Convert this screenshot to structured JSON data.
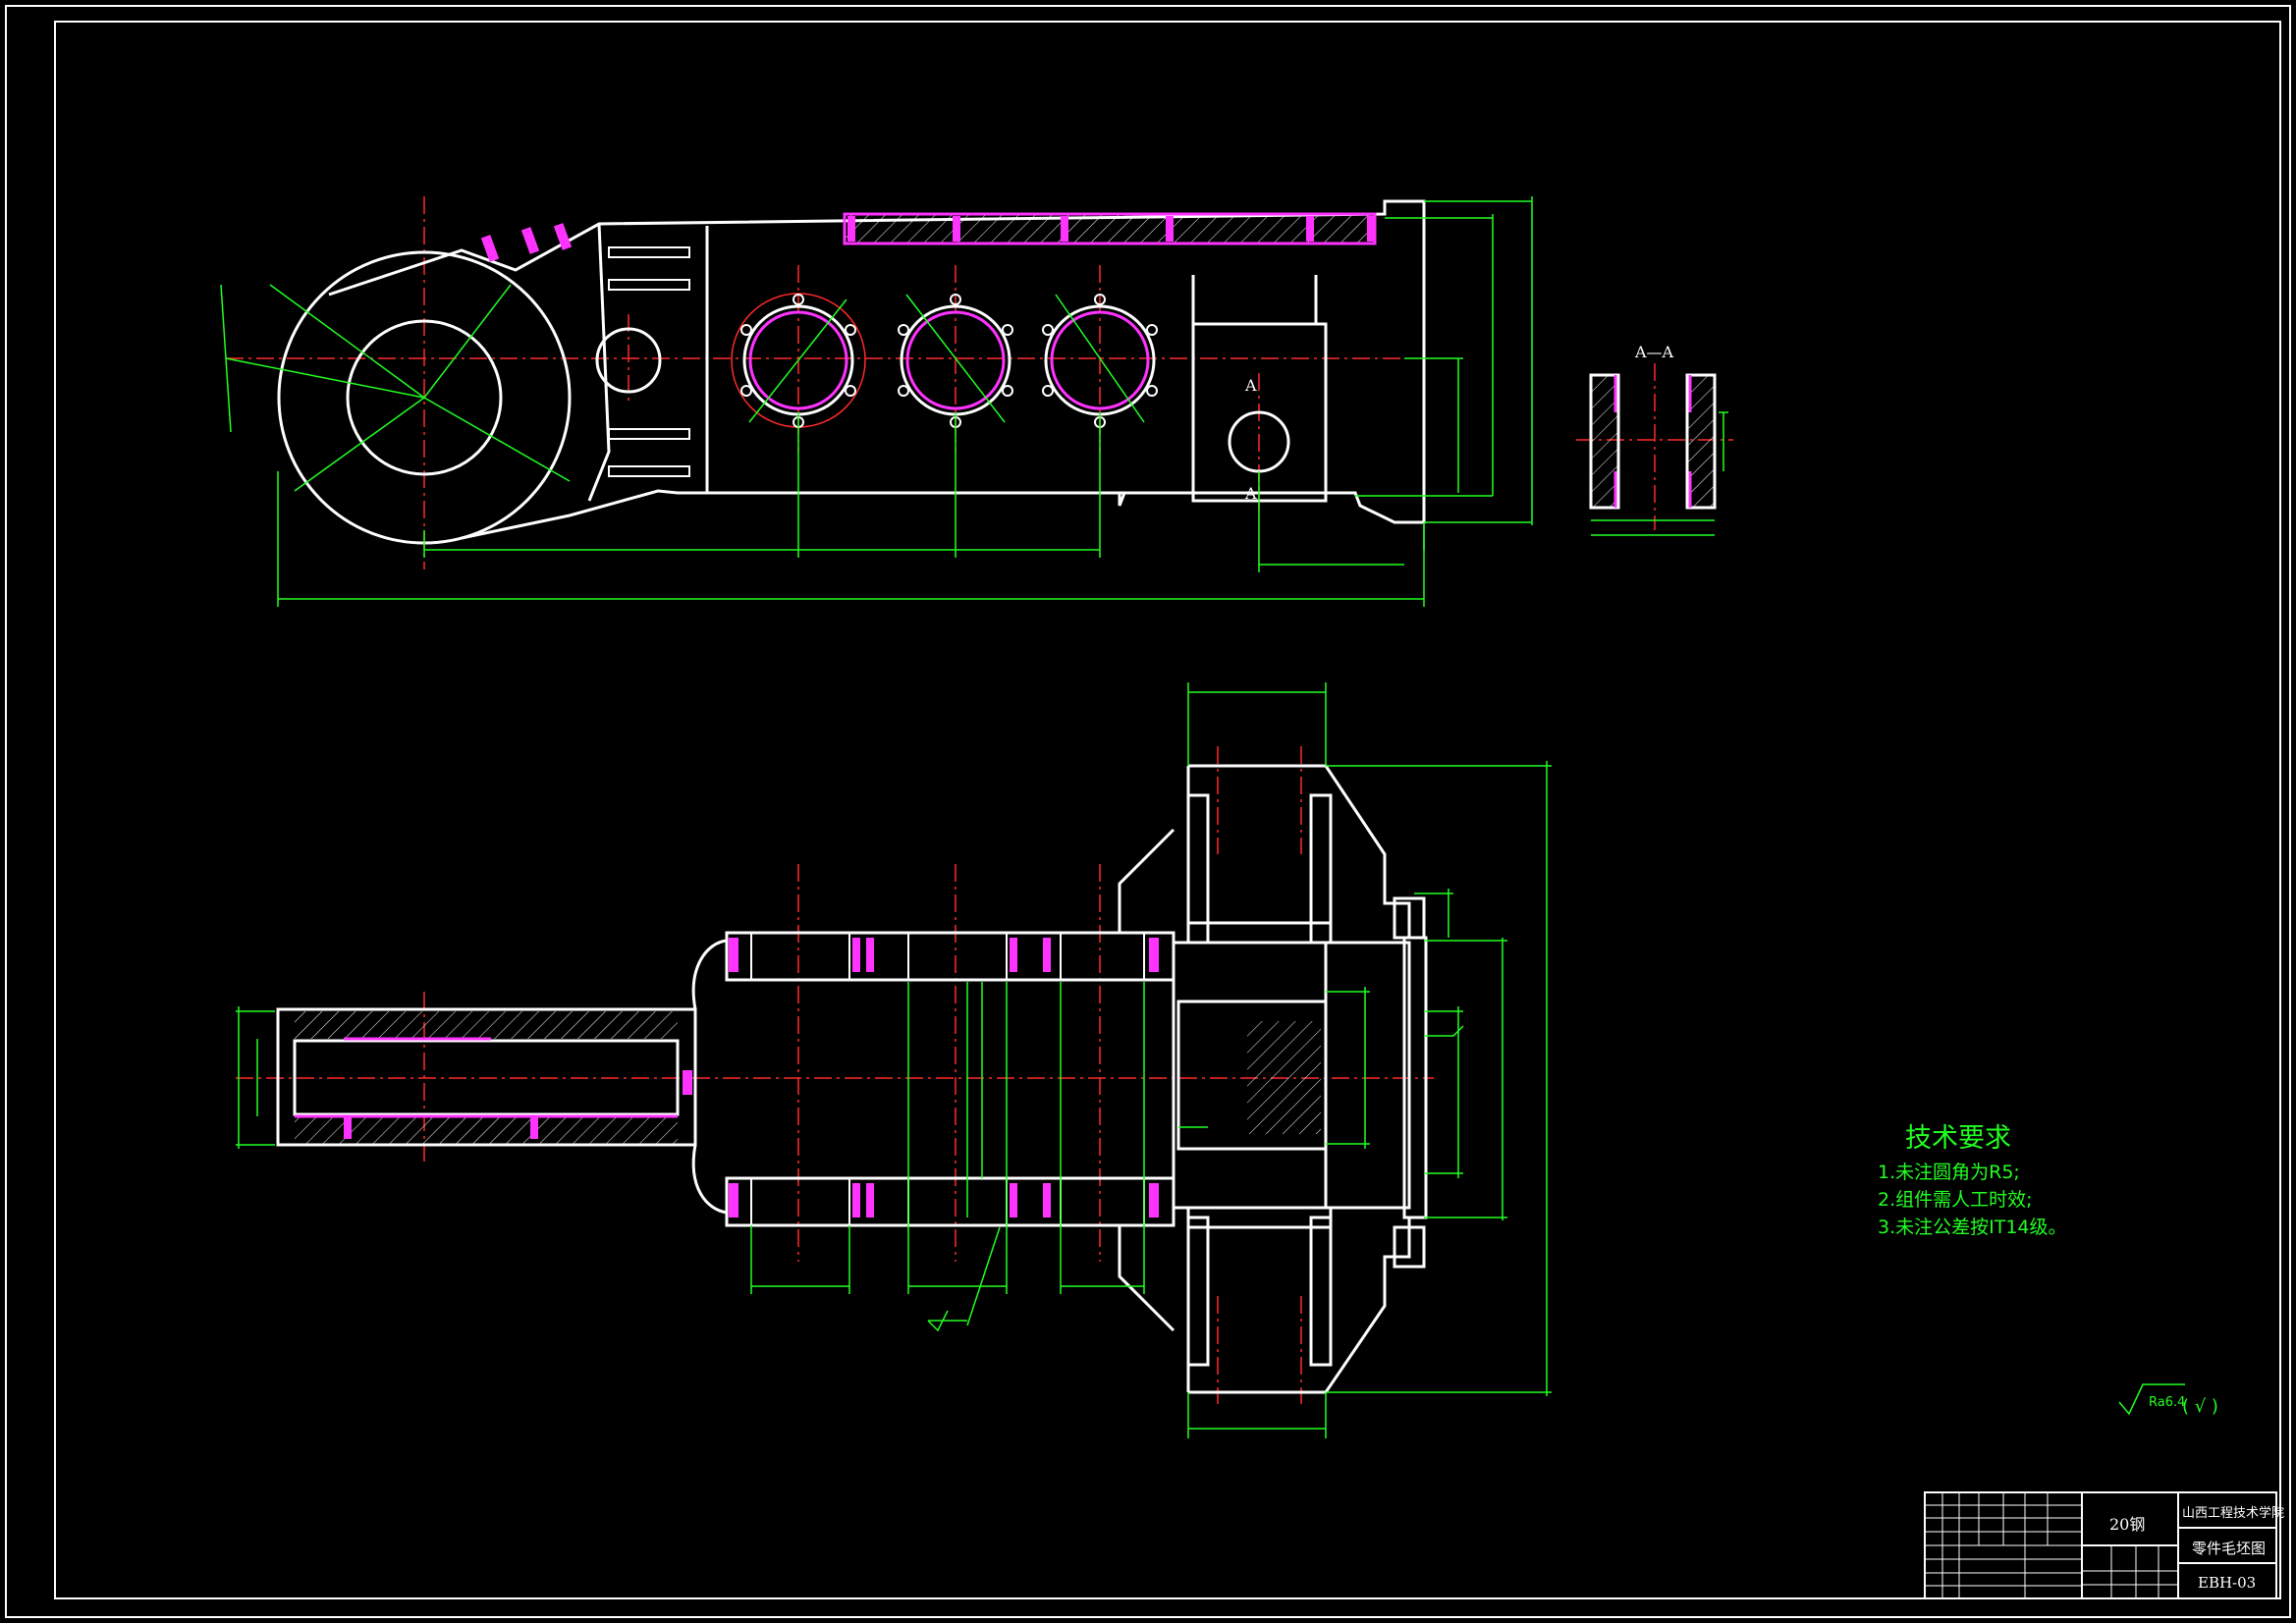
{
  "tech_requirements": {
    "title": "技术要求",
    "items": [
      "1.未注圆角为R5;",
      "2.组件需人工时效;",
      "3.未注公差按IT14级。"
    ]
  },
  "section_label": "A—A",
  "section_marks": {
    "top": "A",
    "bottom": "A"
  },
  "roughness_note": {
    "value": "Ra6.4",
    "suffix": "( √ )"
  },
  "title_block": {
    "material": "20钢",
    "school": "山西工程技术学院",
    "drawing_name": "零件毛坯图",
    "drawing_no": "EBH-03"
  },
  "colors": {
    "outline": "#ffffff",
    "dimension": "#22ff22",
    "centerline": "#ff2a2a",
    "weld": "#ff33ff",
    "background": "#000000"
  }
}
